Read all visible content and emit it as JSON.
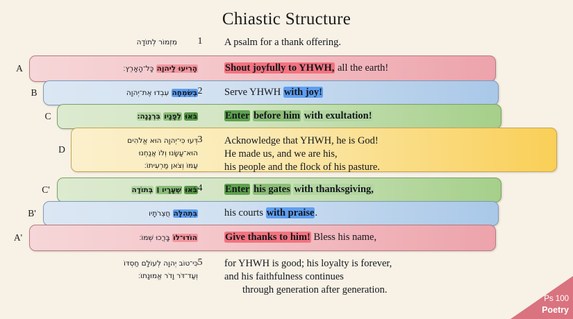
{
  "title": "Chiastic Structure",
  "ribbon": {
    "reference": "Ps 100",
    "genre": "Poetry"
  },
  "verses": {
    "v1": {
      "number": "1",
      "hebrew": "מִזְמוֹר לְתוֹדָה",
      "english": "A psalm for a thank offering."
    },
    "v5": {
      "number": "5",
      "hebrew_line1": "כִּי־טוֹב יְהוָה לְעוֹלָם חַסְדּוֹ",
      "hebrew_line2": "וְעַד־דֹּר וָדֹר אֱמוּנָתוֹ׃",
      "english_line1": "for YHWH is good; his loyalty is forever,",
      "english_line2": "and his faithfulness continues",
      "english_line3": "through generation after generation."
    }
  },
  "rows": {
    "A": {
      "label": "A",
      "color": "red",
      "number": "",
      "hebrew_plain": "כָּל־הָאָרֶץ׃",
      "hebrew_hl": "הָרִיעוּ לַיהוָה",
      "english_hl": "Shout joyfully to YHWH,",
      "english_plain": " all the earth!"
    },
    "B": {
      "label": "B",
      "color": "blue",
      "number": "2",
      "hebrew_plain": "עִבְדוּ אֶת־יְהוָה",
      "hebrew_hl": "בְּשִׂמְחָה",
      "english_plain": "Serve YHWH ",
      "english_hl": "with joy!"
    },
    "C": {
      "label": "C",
      "color": "green",
      "number": "",
      "hebrew_hl1": "בֹּאוּ",
      "hebrew_hl2": "לְפָנָיו",
      "hebrew_hl3": "בִּרְנָנָה׃",
      "english_hl1": "Enter",
      "english_hl2": "before him",
      "english_hl3": "with exultation!"
    },
    "D": {
      "label": "D",
      "color": "yellow",
      "number": "3",
      "hebrew_line1": "דְּעוּ כִּי־יְהוָה הוּא אֱלֹהִים",
      "hebrew_line2": "הוּא־עָשָׂנוּ וְלוֹ אֲנַחְנוּ",
      "hebrew_line3": "עַמּוֹ וְצֹאן מַרְעִיתוֹ׃",
      "english_line1": "Acknowledge that YHWH, he is God!",
      "english_line2": "He made us, and we are his,",
      "english_line3": "his people and the flock of his pasture."
    },
    "Cp": {
      "label": "C'",
      "color": "green",
      "number": "4",
      "hebrew_hl1": "בֹּאוּ",
      "hebrew_hl2": "שְׁעָרָיו ׀",
      "hebrew_hl3": "בְּתוֹדָה",
      "english_hl1": "Enter",
      "english_hl2": "his gates",
      "english_hl3": "with thanksgiving,"
    },
    "Bp": {
      "label": "B'",
      "color": "blue",
      "number": "",
      "hebrew_plain": "חֲצֵרֹתָיו",
      "hebrew_hl": "בִּתְהִלָּה",
      "english_plain": "his courts ",
      "english_hl": "with praise",
      "english_tail": "."
    },
    "Ap": {
      "label": "A'",
      "color": "red",
      "number": "",
      "hebrew_plain": "בָּרֲכוּ שְׁמוֹ׃",
      "hebrew_hl": "הוֹדוּ־לוֹ",
      "english_hl": "Give thanks to him!",
      "english_plain": " Bless his name,"
    }
  },
  "colors": {
    "background": "#f7f1e6",
    "red": "#eda3ab",
    "blue": "#a9c8e8",
    "green": "#a5cf8a",
    "yellow": "#f9cf57",
    "ribbon": "#d9737f"
  }
}
